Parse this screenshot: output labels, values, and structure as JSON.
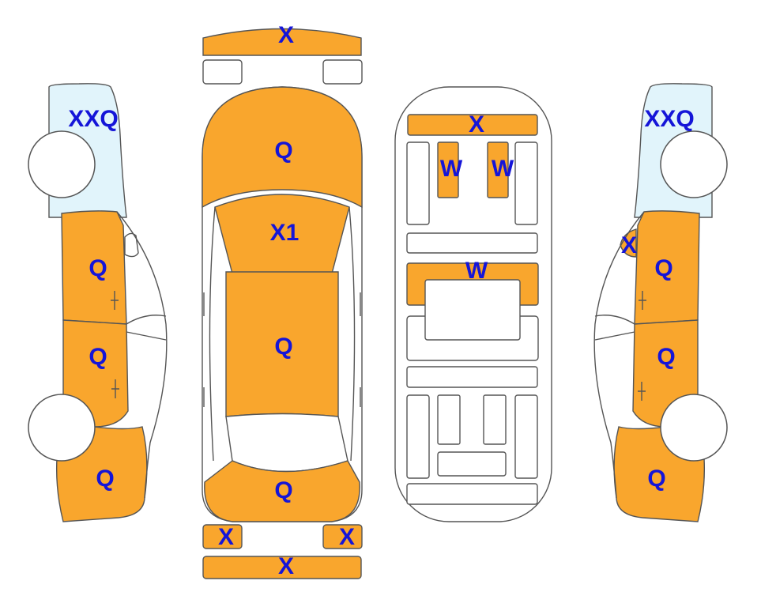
{
  "colors": {
    "damaged_fill": "#F9A62D",
    "glass_fill": "#E1F4FB",
    "undamaged_fill": "#FFFFFF",
    "outline": "#555555",
    "label": "#1515D8"
  },
  "views": {
    "left_side": {
      "glass_label": "XXQ",
      "front_door_label": "Q",
      "rear_door_label": "Q",
      "rear_quarter_label": "Q"
    },
    "top": {
      "front_bumper_label": "X",
      "hood_label": "Q",
      "windshield_label": "X1",
      "roof_label": "Q",
      "trunk_label": "Q",
      "rear_left_corner_label": "X",
      "rear_right_corner_label": "X",
      "rear_bumper_label": "X"
    },
    "interior": {
      "dashboard_label": "X",
      "front_left_seat_label": "W",
      "front_right_seat_label": "W",
      "middle_panel_label": "W"
    },
    "right_side": {
      "glass_label": "XXQ",
      "mirror_label": "X",
      "front_door_label": "Q",
      "rear_door_label": "Q",
      "rear_quarter_label": "Q"
    }
  }
}
